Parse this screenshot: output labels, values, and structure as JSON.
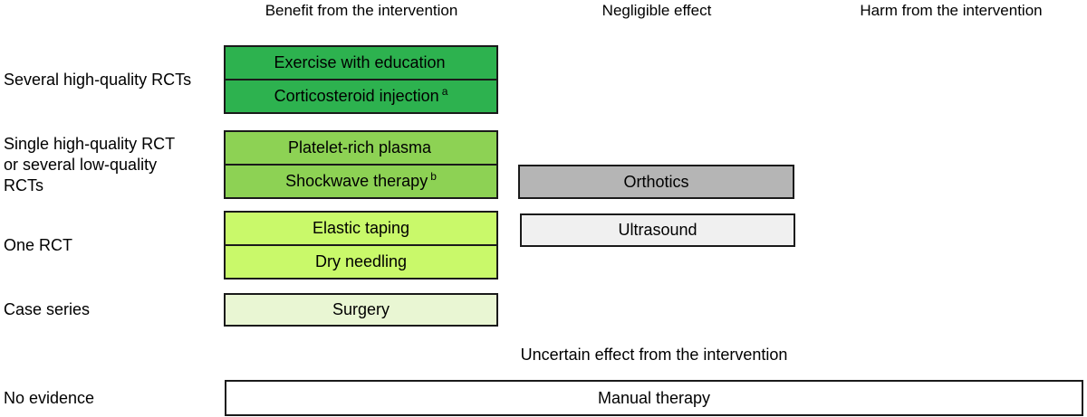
{
  "headers": {
    "benefit": "Benefit from the intervention",
    "negligible": "Negligible effect",
    "harm": "Harm from the intervention",
    "uncertain": "Uncertain effect from the intervention"
  },
  "row_labels": {
    "several_rcts": "Several high-quality RCTs",
    "single_rct": "Single high-quality RCT\nor several low-quality\nRCTs",
    "one_rct": "One RCT",
    "case_series": "Case series",
    "no_evidence": "No evidence"
  },
  "interventions": {
    "exercise": {
      "label": "Exercise with education"
    },
    "corticosteroid": {
      "label": "Corticosteroid injection",
      "sup": "a"
    },
    "prp": {
      "label": "Platelet-rich plasma"
    },
    "shockwave": {
      "label": "Shockwave therapy",
      "sup": "b"
    },
    "orthotics": {
      "label": "Orthotics"
    },
    "elastic_taping": {
      "label": "Elastic taping"
    },
    "dry_needling": {
      "label": "Dry needling"
    },
    "ultrasound": {
      "label": "Ultrasound"
    },
    "surgery": {
      "label": "Surgery"
    },
    "manual_therapy": {
      "label": "Manual therapy"
    }
  },
  "colors": {
    "strong_green": "#2db24f",
    "medium_green": "#8dd254",
    "light_green": "#c9f96a",
    "pale_green": "#e9f6d3",
    "dark_gray": "#b5b5b5",
    "light_gray": "#f0f0f0",
    "white": "#ffffff",
    "border": "#1a1a1a"
  }
}
